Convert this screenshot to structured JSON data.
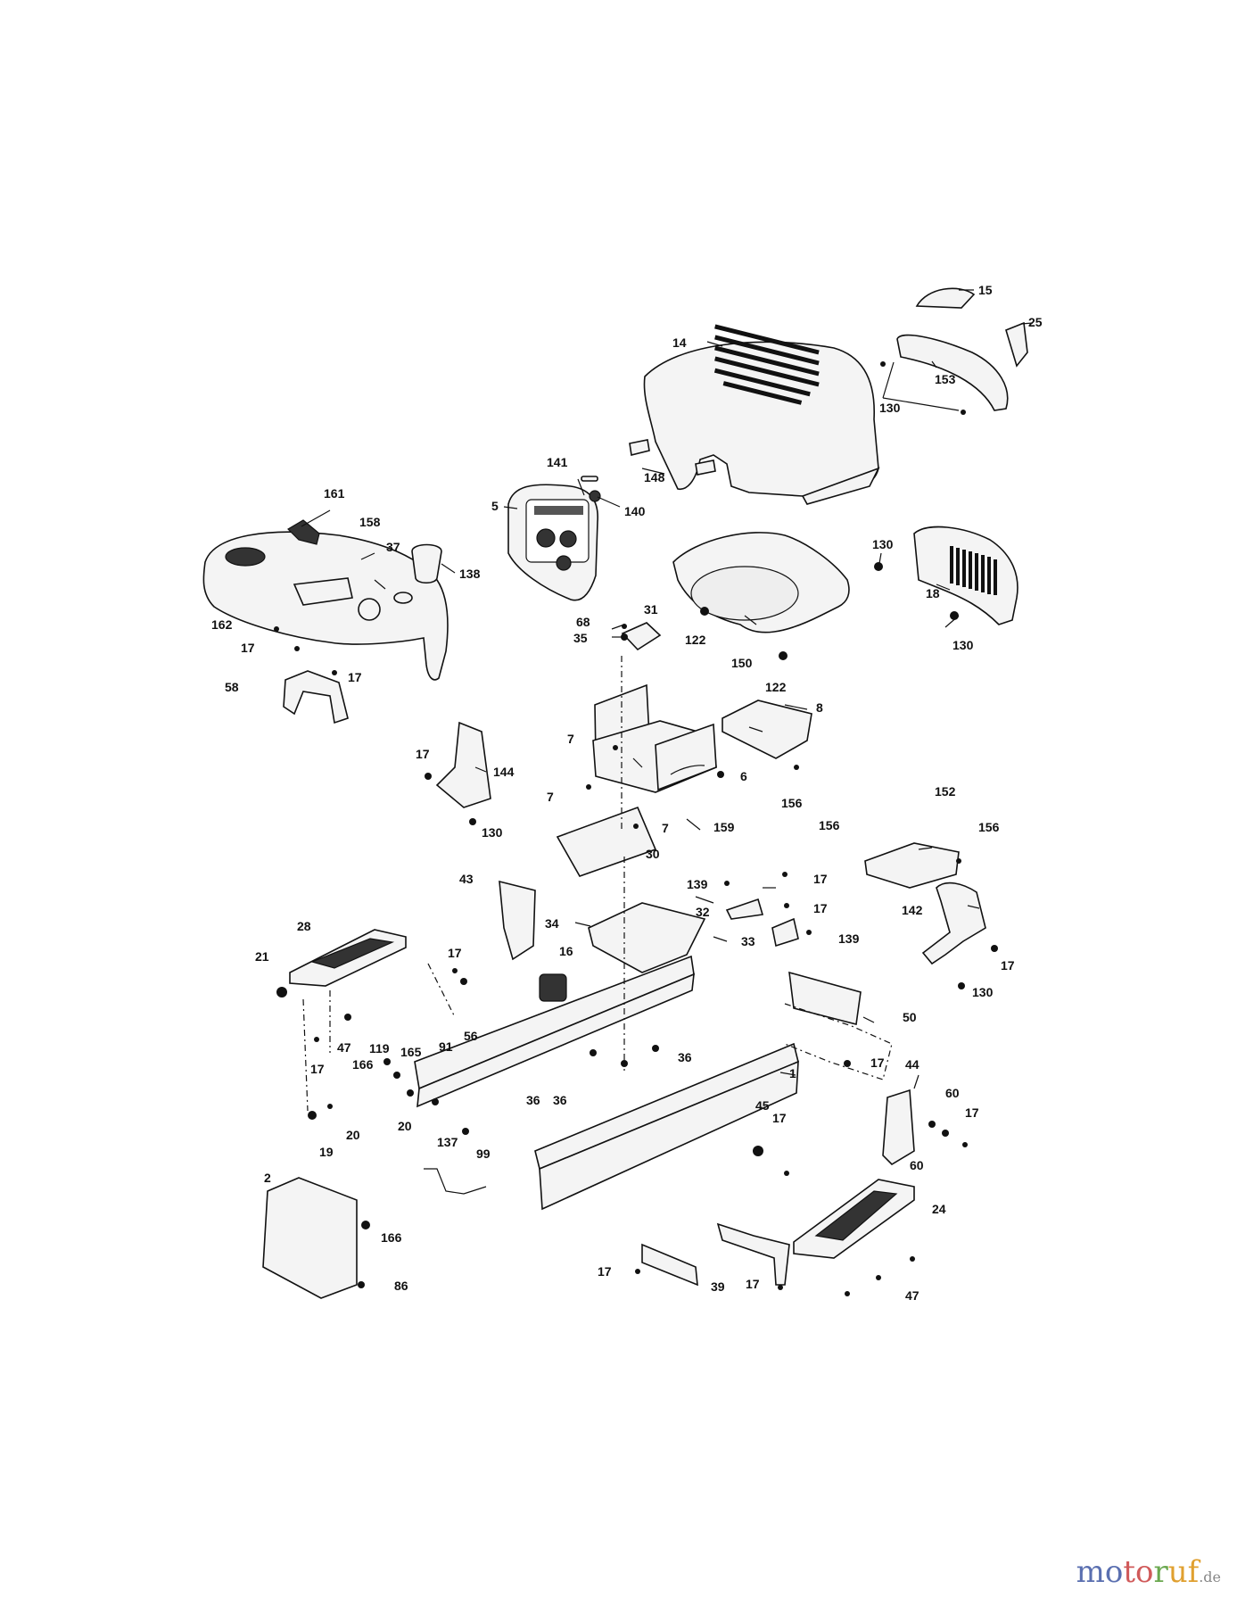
{
  "watermark": {
    "text_1": "mo",
    "text_2": "to",
    "text_3": "r",
    "text_4": "uf",
    "text_5": ".de"
  },
  "callouts": [
    "15",
    "25",
    "14",
    "153",
    "130",
    "141",
    "148",
    "5",
    "140",
    "161",
    "158",
    "37",
    "138",
    "130",
    "18",
    "130",
    "162",
    "17",
    "17",
    "58",
    "68",
    "35",
    "31",
    "122",
    "150",
    "122",
    "8",
    "7",
    "6",
    "156",
    "17",
    "144",
    "130",
    "7",
    "7",
    "159",
    "30",
    "156",
    "152",
    "156",
    "43",
    "139",
    "17",
    "32",
    "17",
    "34",
    "33",
    "139",
    "142",
    "17",
    "130",
    "28",
    "21",
    "17",
    "16",
    "56",
    "91",
    "47",
    "17",
    "36",
    "119",
    "165",
    "166",
    "36",
    "36",
    "1",
    "17",
    "50",
    "44",
    "60",
    "45",
    "17",
    "17",
    "20",
    "19",
    "20",
    "137",
    "99",
    "60",
    "2",
    "166",
    "86",
    "24",
    "17",
    "39",
    "17",
    "47"
  ]
}
